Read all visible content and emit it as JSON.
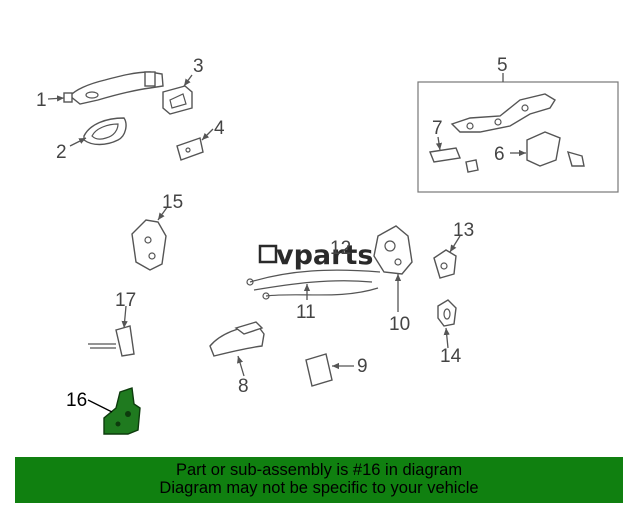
{
  "diagram": {
    "callouts": [
      "1",
      "2",
      "3",
      "4",
      "5",
      "6",
      "7",
      "8",
      "9",
      "10",
      "11",
      "12",
      "13",
      "14",
      "15",
      "16",
      "17"
    ],
    "highlighted_callout": "16",
    "highlight_color": "#1f7a1f",
    "watermark": "vparts"
  },
  "banner": {
    "line1": "Part or sub-assembly is #16 in diagram",
    "line2": "Diagram may not be specific to your vehicle",
    "background": "#108010"
  }
}
